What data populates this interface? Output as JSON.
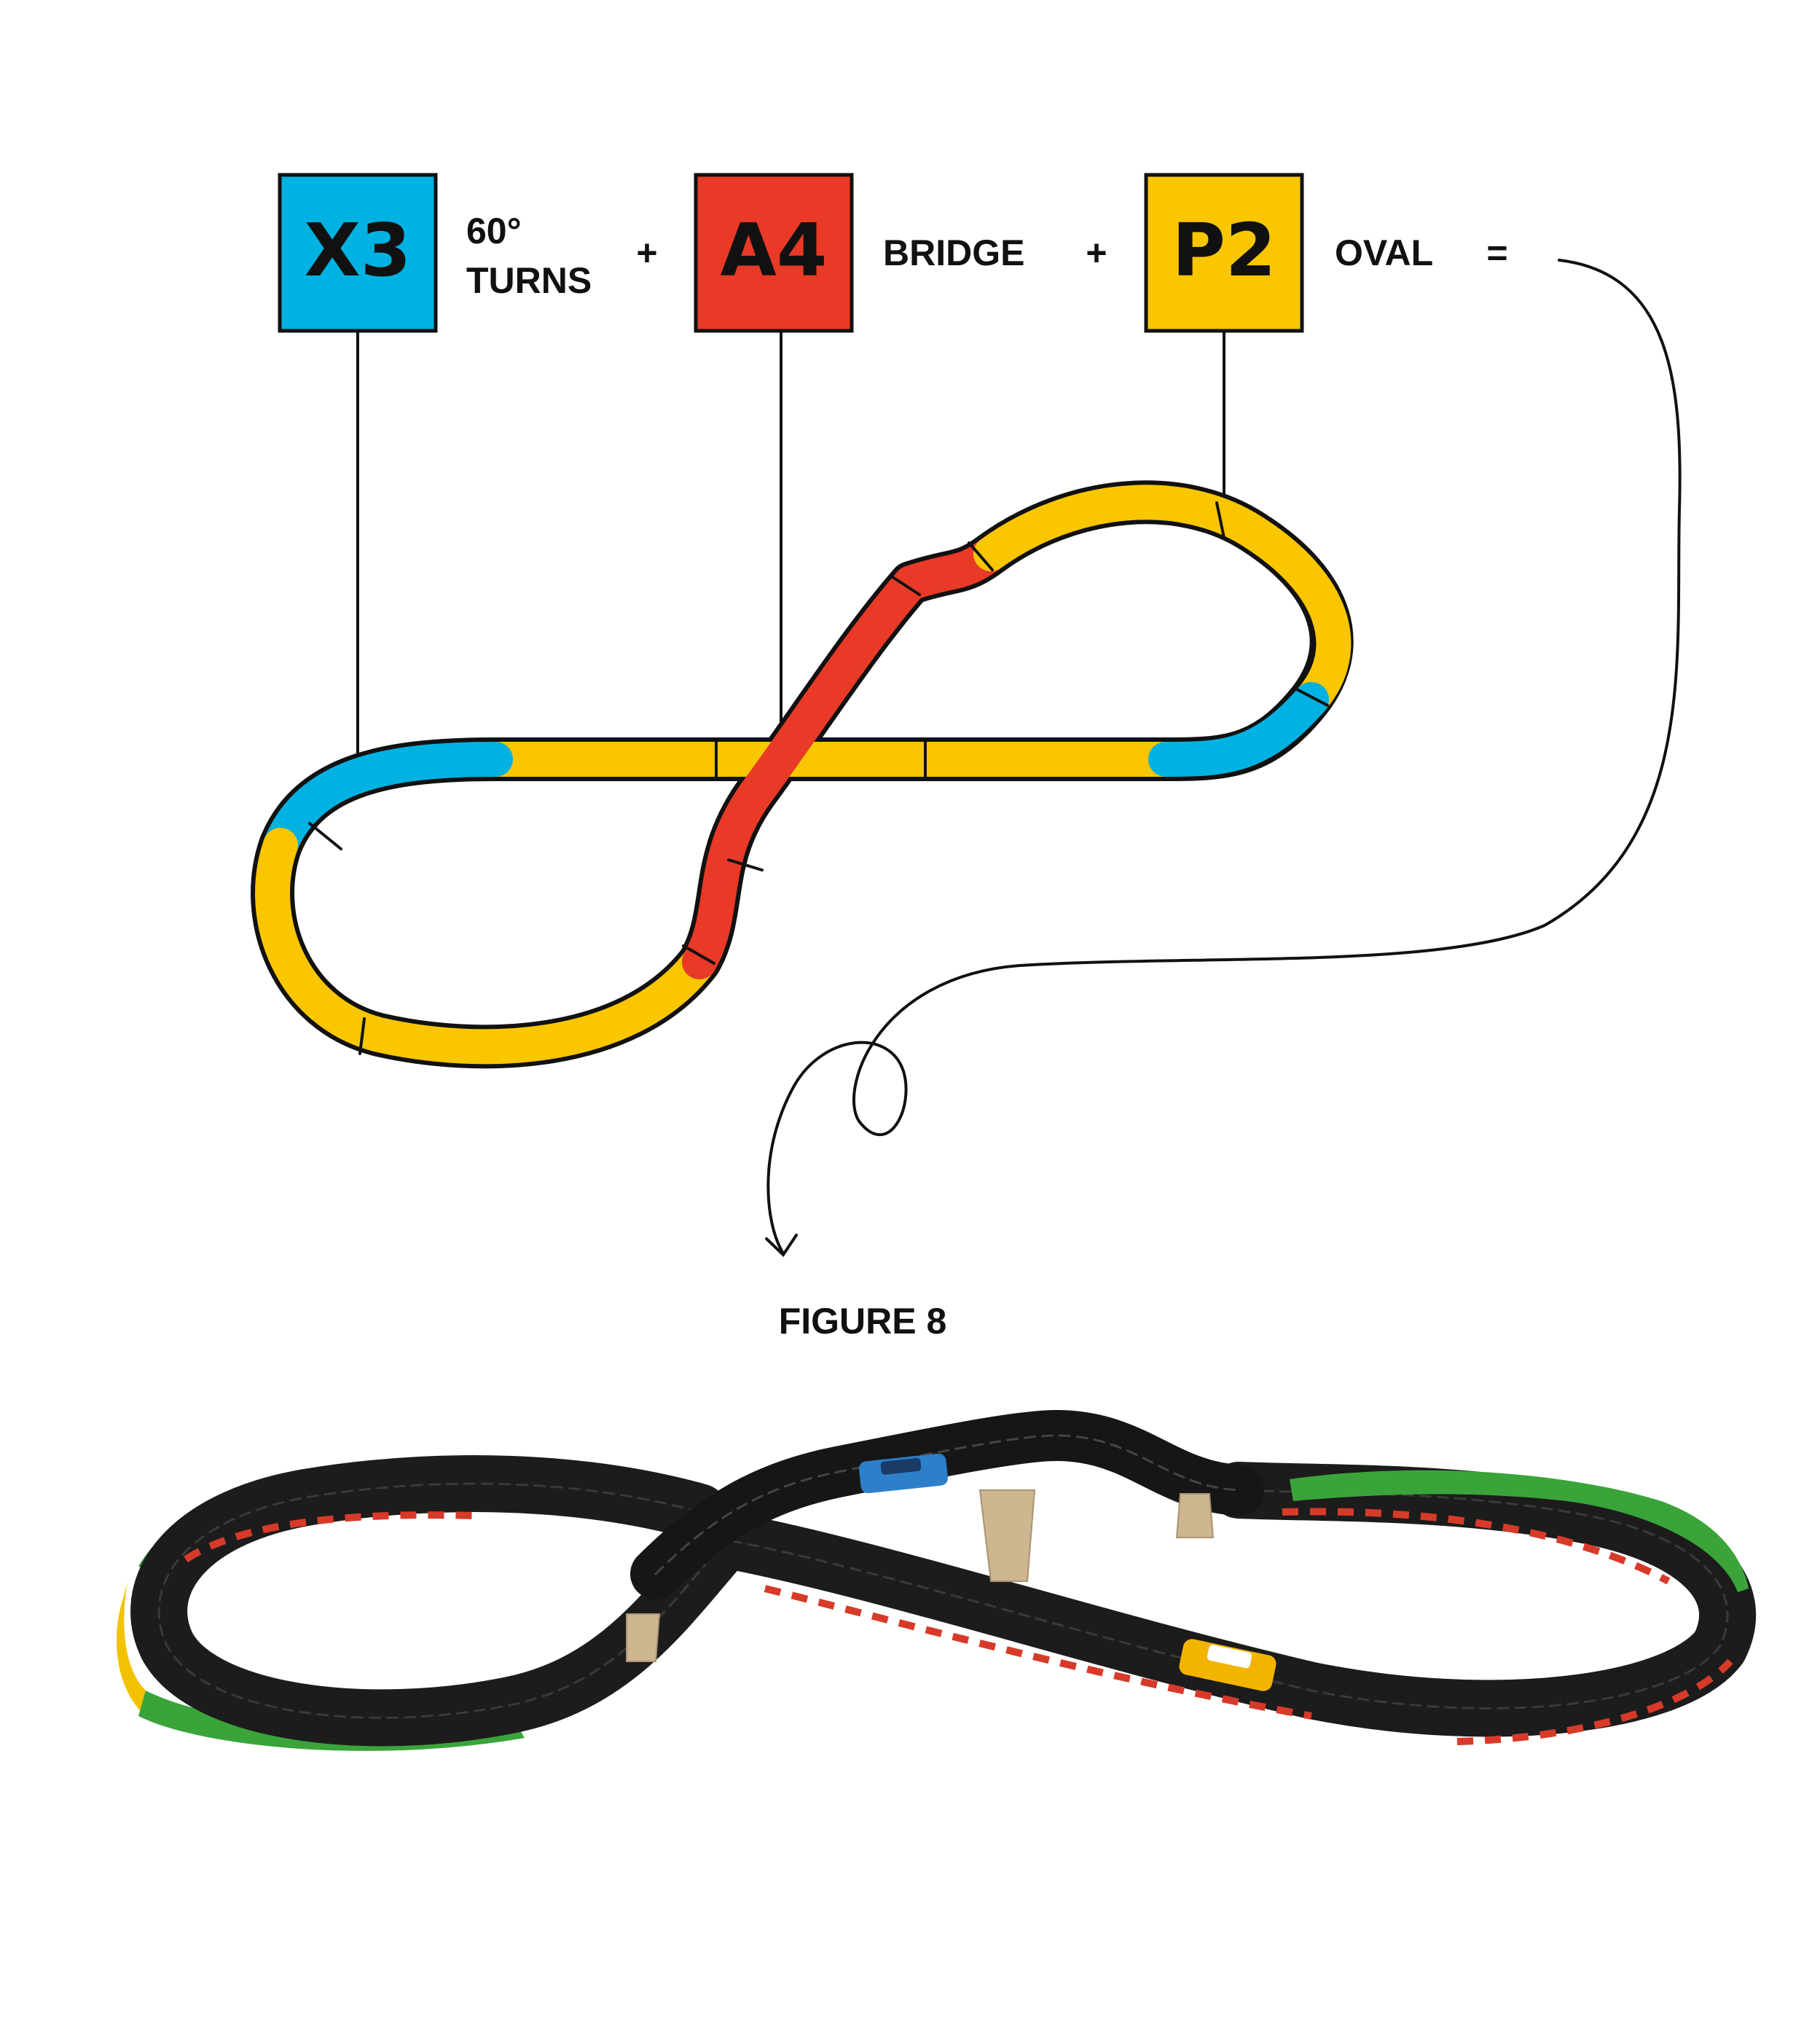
{
  "colors": {
    "blue": "#00b2e1",
    "red": "#e83a26",
    "yellow": "#f9c600",
    "ink": "#111111",
    "background": "#ffffff"
  },
  "equation": {
    "part1": {
      "code": "X3",
      "label_line1": "60°",
      "label_line2": "TURNS"
    },
    "plus1": "+",
    "part2": {
      "code": "A4",
      "label": "BRIDGE"
    },
    "plus2": "+",
    "part3": {
      "code": "P2",
      "label": "OVAL"
    },
    "equals": "="
  },
  "result_label": "FIGURE 8",
  "photo": {
    "subject": "assembled figure-8 slot car race track with bridge"
  }
}
